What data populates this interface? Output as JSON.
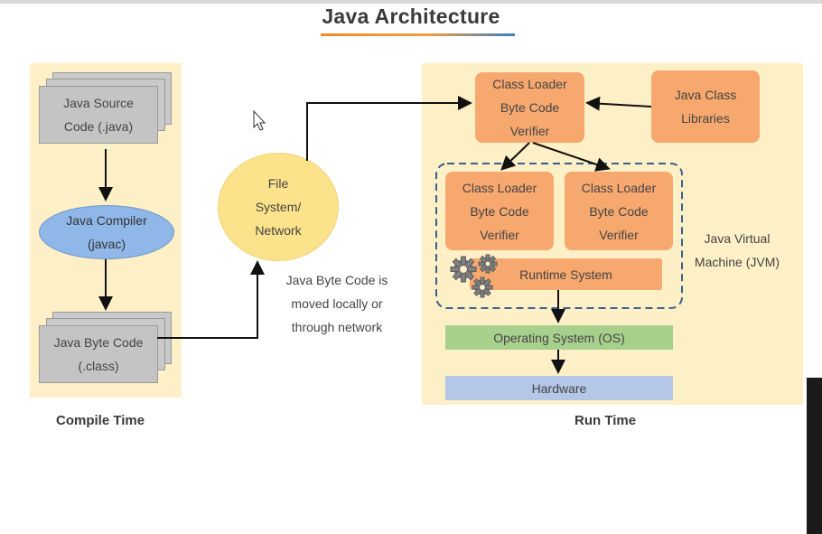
{
  "title": "Java Architecture",
  "compile": {
    "source": "Java Source Code (.java)",
    "compiler": "Java Compiler (javac)",
    "bytecode": "Java Byte Code (.class)",
    "label": "Compile Time"
  },
  "middle": {
    "filesystem": "File System/ Network",
    "note": "Java Byte Code is moved locally or through network"
  },
  "runtime": {
    "loader_top": "Class Loader Byte Code Verifier",
    "libraries": "Java Class Libraries",
    "loader_left": "Class Loader Byte Code Verifier",
    "loader_right": "Class Loader Byte Code Verifier",
    "runtime_system": "Runtime System",
    "jvm_label": "Java Virtual Machine (JVM)",
    "os": "Operating System (OS)",
    "hardware": "Hardware",
    "label": "Run Time"
  },
  "colors": {
    "panel": "#fdefc6",
    "orange_box": "#f7a86e",
    "compiler_blue": "#8fb7e8",
    "filesystem_yellow": "#fce28a",
    "os_green": "#a8d08d",
    "hardware_blue": "#b4c7e7",
    "document_gray": "#c4c4c4"
  },
  "icons": [
    "gears-icon",
    "cursor-icon"
  ]
}
